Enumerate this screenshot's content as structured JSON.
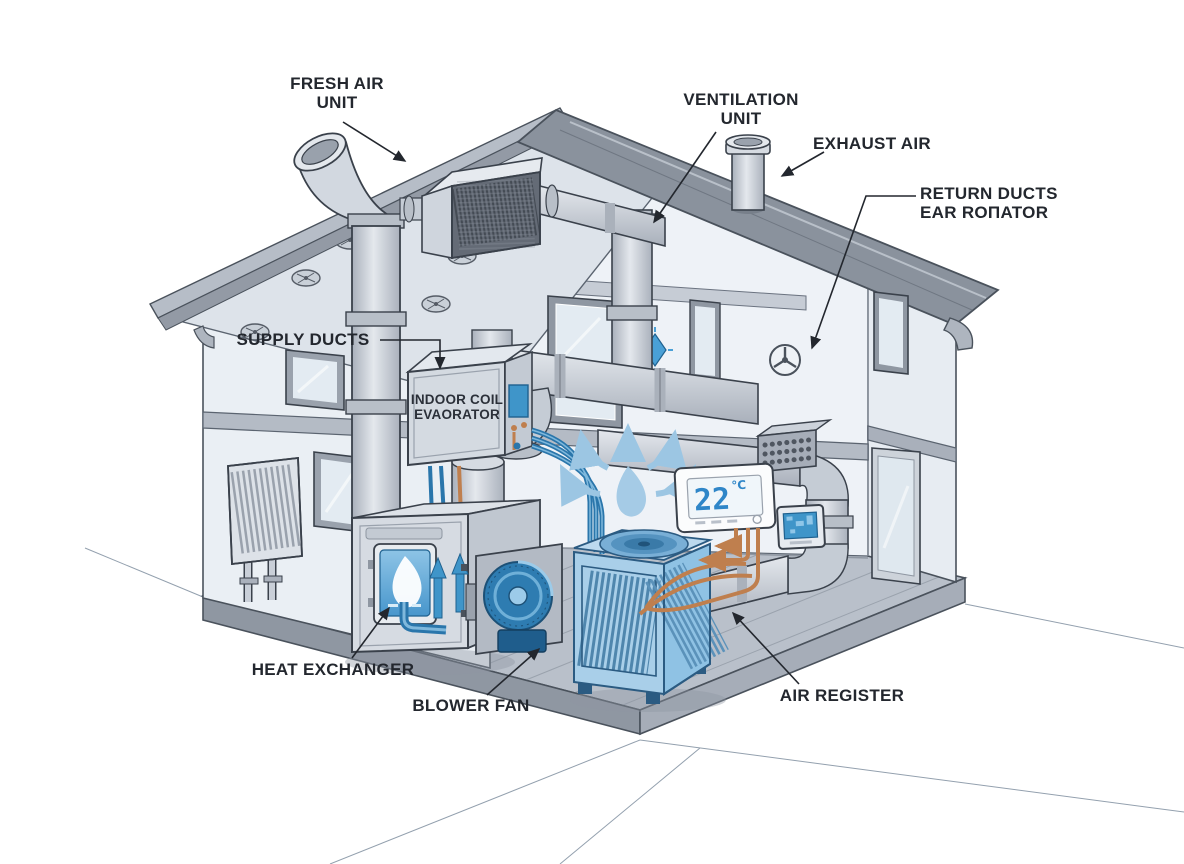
{
  "diagram": {
    "type": "hvac-house-cutaway-diagram",
    "labels": {
      "fresh_air_unit": "FRESH AIR\nUNIT",
      "ventilation_unit": "VENTILATION\nUNIT",
      "exhaust_air": "EXHAUST AIR",
      "return_ducts": "RETURN DUCTS\nEAR ROΠATOR",
      "supply_ducts": "SUPPLY DUCTS",
      "indoor_coil": "INDOOR COIL\nEVAORATOR",
      "heat_exchanger": "HEAT EXCHANGER",
      "blower_fan": "BLOWER FAN",
      "air_register": "AIR REGISTER"
    },
    "thermostat": {
      "value": "22",
      "unit": "°C"
    },
    "colors": {
      "roof_dark": "#8a929d",
      "wall_light": "#edf1f6",
      "duct_gray": "#ccd2da",
      "outline": "#3a414b",
      "accent_blue": "#3f95c9",
      "airflow_blue": "#9cc6e3",
      "pipe_orange": "#bf7f4e",
      "label_text": "#23272e"
    }
  }
}
